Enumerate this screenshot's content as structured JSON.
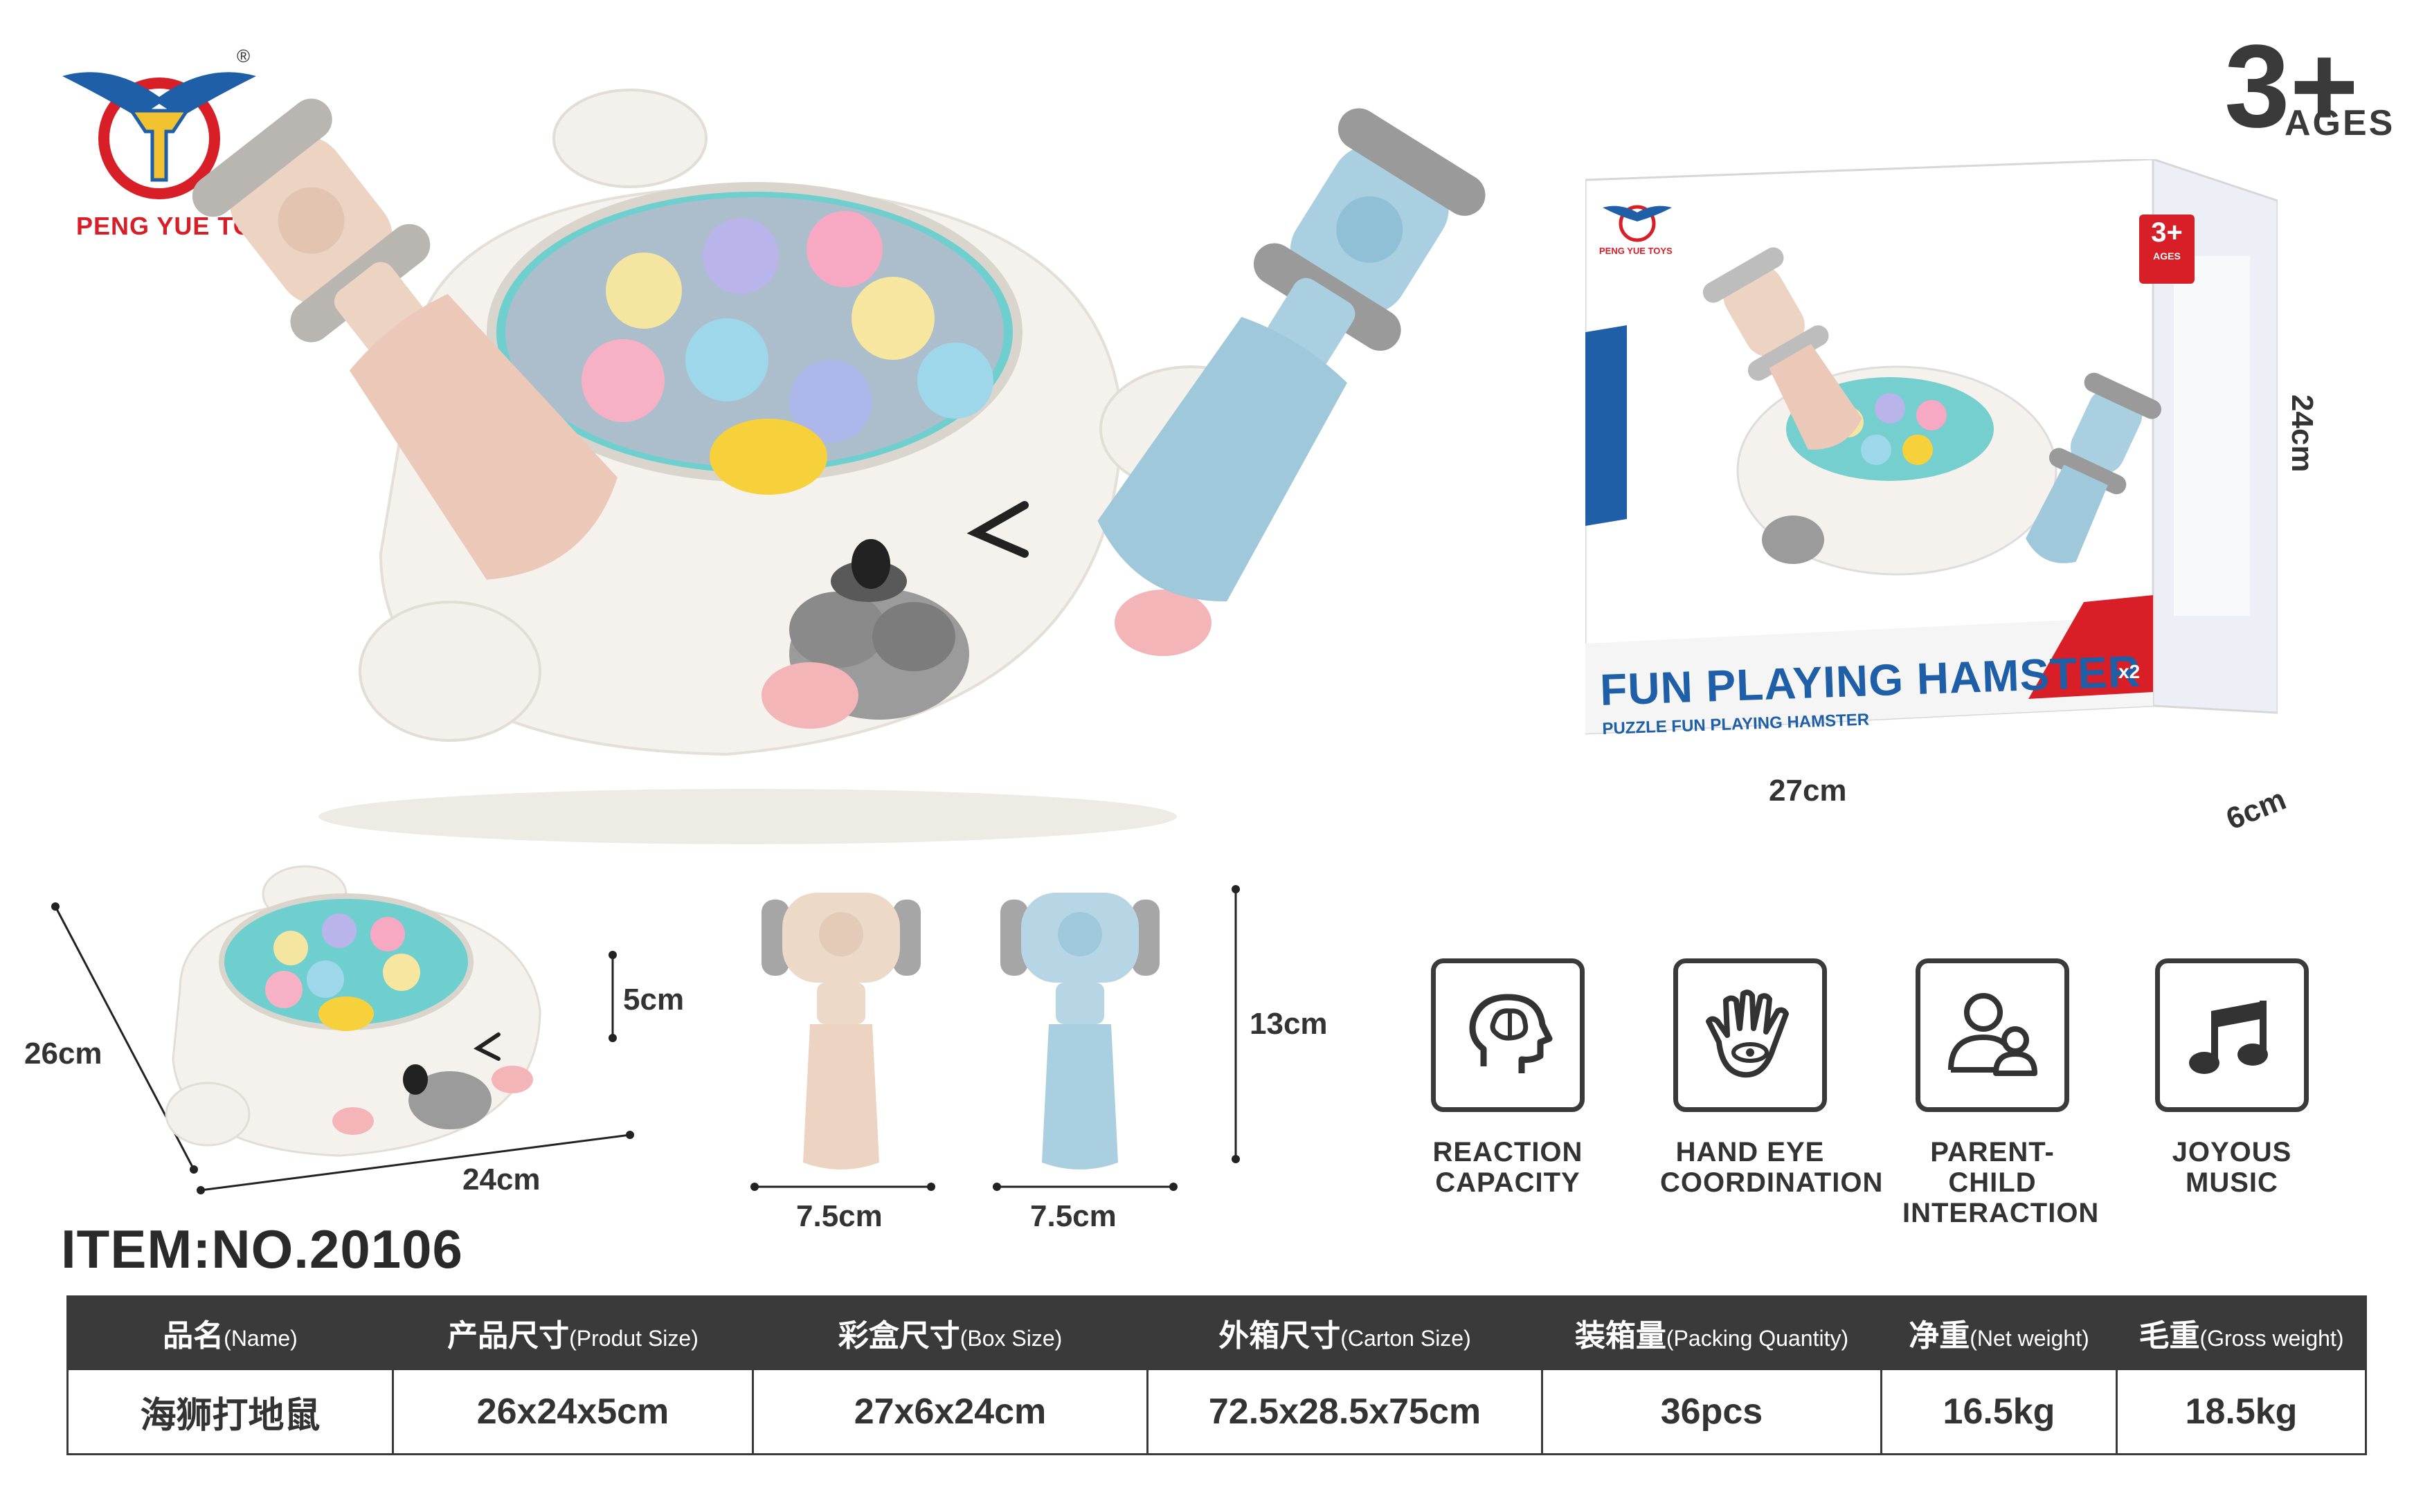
{
  "brand": {
    "name": "PENG YUE TOYS",
    "registered": "®"
  },
  "age_badge": {
    "main": "3+",
    "sub": "AGES"
  },
  "package": {
    "title": "FUN PLAYING HAMSTER",
    "subtitle": "PUZZLE FUN PLAYING HAMSTER",
    "age": "3+",
    "age_sub": "AGES",
    "hammer_count": "x2",
    "brand_small": "PENG YUE TOYS",
    "width": "27cm",
    "height": "24cm",
    "depth": "6cm"
  },
  "dimensions": {
    "toy_depth": "26cm",
    "toy_width": "24cm",
    "toy_height": "5cm",
    "hammer_length": "13cm",
    "hammer1_width": "7.5cm",
    "hammer2_width": "7.5cm"
  },
  "features": [
    {
      "line1": "REACTION",
      "line2": "CAPACITY",
      "icon": "brain-head-icon"
    },
    {
      "line1": "HAND EYE",
      "line2": "COORDINATION",
      "icon": "hand-eye-icon"
    },
    {
      "line1": "PARENT-CHILD",
      "line2": "INTERACTION",
      "icon": "parent-child-icon"
    },
    {
      "line1": "JOYOUS",
      "line2": "MUSIC",
      "icon": "music-note-icon"
    }
  ],
  "item_number": "ITEM:NO.20106",
  "spec_table": {
    "headers": [
      {
        "zh": "品名",
        "en": "(Name)"
      },
      {
        "zh": "产品尺寸",
        "en": "(Produt Size)"
      },
      {
        "zh": "彩盒尺寸",
        "en": "(Box Size)"
      },
      {
        "zh": "外箱尺寸",
        "en": "(Carton Size)"
      },
      {
        "zh": "装箱量",
        "en": "(Packing Quantity)"
      },
      {
        "zh": "净重",
        "en": "(Net weight)"
      },
      {
        "zh": "毛重",
        "en": "(Gross weight)"
      }
    ],
    "row": [
      "海狮打地鼠",
      "26x24x5cm",
      "27x6x24cm",
      "72.5x28.5x75cm",
      "36pcs",
      "16.5kg",
      "18.5kg"
    ]
  },
  "colors": {
    "brand_red": "#d81e26",
    "brand_blue": "#1e5fa8",
    "table_header": "#3a3a3a",
    "toy_body": "#f4f1ec",
    "hammer_beige": "#ecd3c2",
    "hammer_blue": "#a9cfe0"
  }
}
